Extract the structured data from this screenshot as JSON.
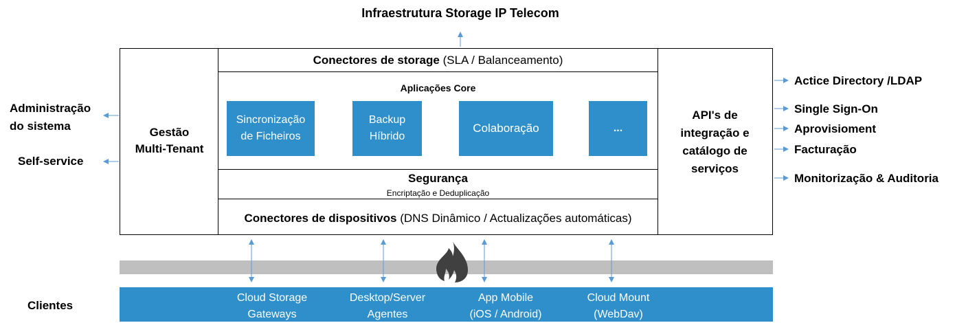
{
  "title": "Infraestrutura Storage IP Telecom",
  "left": {
    "admin": [
      "Administração",
      "do sistema"
    ],
    "self_service": "Self-service",
    "clients": "Clientes"
  },
  "gestao": [
    "Gestão",
    "Multi-Tenant"
  ],
  "conectores_storage": {
    "bold": "Conectores de storage",
    "normal": " (SLA / Balanceamento)"
  },
  "aplicacoes_core": "Aplicações Core",
  "core_boxes": [
    [
      "Sincronização",
      "de Ficheiros"
    ],
    [
      "Backup",
      "Híbrido"
    ],
    [
      "Colaboração"
    ],
    [
      "..."
    ]
  ],
  "seguranca": {
    "title": "Segurança",
    "subtitle": "Encriptação e Deduplicação"
  },
  "conectores_dispositivos": {
    "bold": "Conectores de dispositivos",
    "normal": " (DNS Dinâmico / Actualizações automáticas)"
  },
  "api": [
    "API's de",
    "integração e",
    "catálogo de",
    "serviços"
  ],
  "right_items": [
    "Actice Directory /LDAP",
    "Single Sign-On",
    "Aprovisioment",
    "Facturação",
    "Monitorização & Auditoria"
  ],
  "clients_bar": [
    [
      "Cloud Storage",
      "Gateways"
    ],
    [
      "Desktop/Server",
      "Agentes"
    ],
    [
      "App Mobile",
      "(iOS / Android)"
    ],
    [
      "Cloud Mount",
      "(WebDav)"
    ]
  ],
  "colors": {
    "blue": "#2E8FCB",
    "gray_bar": "#BFBFBF",
    "arrow": "#5B9BD5",
    "flame": "#404040"
  }
}
